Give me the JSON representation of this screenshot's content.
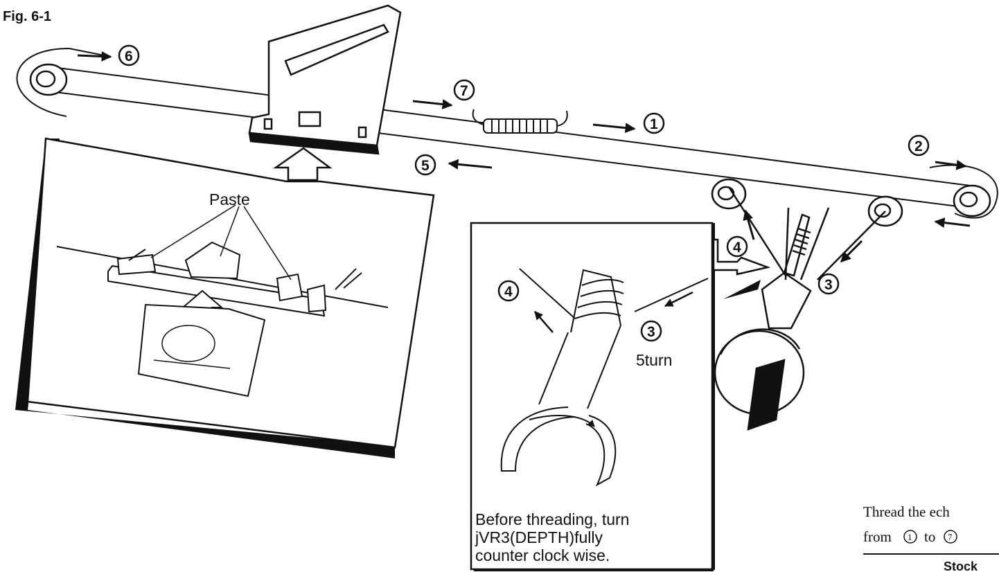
{
  "figure": {
    "label": "Fig. 6-1"
  },
  "step_markers": [
    "1",
    "2",
    "3",
    "4",
    "5",
    "6",
    "7"
  ],
  "labels": {
    "paste": "Paste",
    "turns": "5turn"
  },
  "instructions": {
    "note_line1": "Before threading, turn",
    "note_line2": "jVR3(DEPTH)fully",
    "note_line3": "counter clock wise.",
    "thread_line1": "Thread the ech",
    "thread_line2_prefix": "from",
    "thread_line2_mid": "to"
  },
  "footer": {
    "stock_label": "Stock"
  },
  "colors": {
    "ink": "#111111",
    "paper": "#ffffff"
  }
}
